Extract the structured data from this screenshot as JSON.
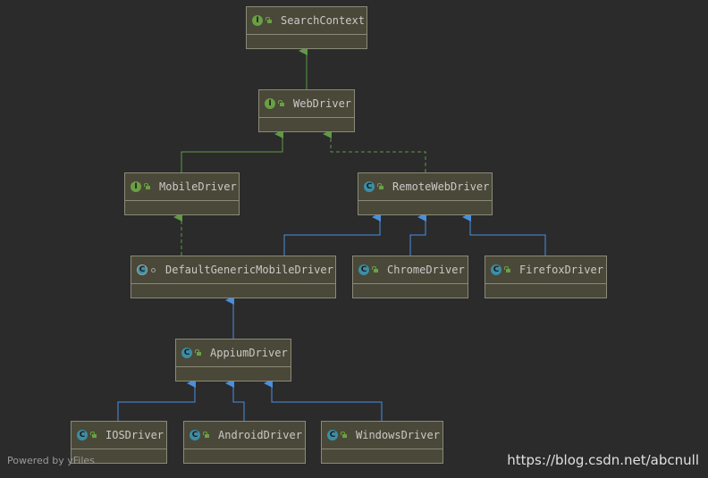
{
  "nodes": {
    "search_context": {
      "name": "SearchContext",
      "kind": "interface",
      "kind_letter": "I"
    },
    "web_driver": {
      "name": "WebDriver",
      "kind": "interface",
      "kind_letter": "I"
    },
    "mobile_driver": {
      "name": "MobileDriver",
      "kind": "interface",
      "kind_letter": "I"
    },
    "remote_web_driver": {
      "name": "RemoteWebDriver",
      "kind": "class",
      "kind_letter": "C"
    },
    "default_generic_mobile_driver": {
      "name": "DefaultGenericMobileDriver",
      "kind": "abstract-class",
      "kind_letter": "C"
    },
    "chrome_driver": {
      "name": "ChromeDriver",
      "kind": "class",
      "kind_letter": "C"
    },
    "firefox_driver": {
      "name": "FirefoxDriver",
      "kind": "class",
      "kind_letter": "C"
    },
    "appium_driver": {
      "name": "AppiumDriver",
      "kind": "class",
      "kind_letter": "C"
    },
    "ios_driver": {
      "name": "IOSDriver",
      "kind": "class",
      "kind_letter": "C"
    },
    "android_driver": {
      "name": "AndroidDriver",
      "kind": "class",
      "kind_letter": "C"
    },
    "windows_driver": {
      "name": "WindowsDriver",
      "kind": "class",
      "kind_letter": "C"
    }
  },
  "edges": [
    {
      "from": "WebDriver",
      "to": "SearchContext",
      "type": "interface-extends"
    },
    {
      "from": "MobileDriver",
      "to": "WebDriver",
      "type": "interface-extends"
    },
    {
      "from": "RemoteWebDriver",
      "to": "WebDriver",
      "type": "implements"
    },
    {
      "from": "DefaultGenericMobileDriver",
      "to": "MobileDriver",
      "type": "implements"
    },
    {
      "from": "DefaultGenericMobileDriver",
      "to": "RemoteWebDriver",
      "type": "extends"
    },
    {
      "from": "ChromeDriver",
      "to": "RemoteWebDriver",
      "type": "extends"
    },
    {
      "from": "FirefoxDriver",
      "to": "RemoteWebDriver",
      "type": "extends"
    },
    {
      "from": "AppiumDriver",
      "to": "DefaultGenericMobileDriver",
      "type": "extends"
    },
    {
      "from": "IOSDriver",
      "to": "AppiumDriver",
      "type": "extends"
    },
    {
      "from": "AndroidDriver",
      "to": "AppiumDriver",
      "type": "extends"
    },
    {
      "from": "WindowsDriver",
      "to": "AppiumDriver",
      "type": "extends"
    }
  ],
  "colors": {
    "background": "#2b2b2b",
    "node_fill": "#4a4838",
    "node_border": "#8a8a7a",
    "interface_edge": "#5f9a44",
    "class_edge": "#4a8fe0",
    "interface_icon": "#6a9f45",
    "class_icon": "#3b8ea5"
  },
  "watermarks": {
    "left": "Powered by yFiles",
    "right": "https://blog.csdn.net/abcnull"
  }
}
